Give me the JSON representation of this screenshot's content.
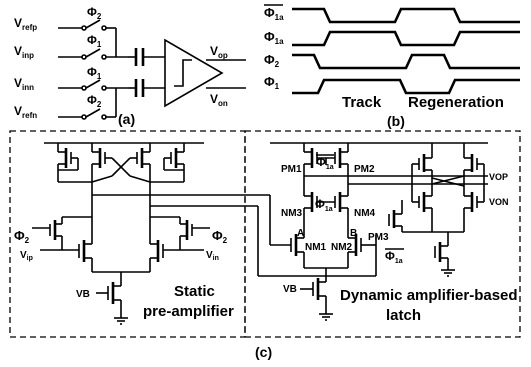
{
  "panel_a": {
    "caption": "(a)",
    "inputs": [
      {
        "name": "V",
        "sub": "refp",
        "phase": "Φ",
        "phase_sub": "2"
      },
      {
        "name": "V",
        "sub": "inp",
        "phase": "Φ",
        "phase_sub": "1"
      },
      {
        "name": "V",
        "sub": "inn",
        "phase": "Φ",
        "phase_sub": "1"
      },
      {
        "name": "V",
        "sub": "refn",
        "phase": "Φ",
        "phase_sub": "2"
      }
    ],
    "outputs": [
      {
        "name": "V",
        "sub": "op"
      },
      {
        "name": "V",
        "sub": "on"
      }
    ]
  },
  "panel_b": {
    "caption": "(b)",
    "signals": [
      {
        "name": "Φ",
        "sub": "1a",
        "bar": true
      },
      {
        "name": "Φ",
        "sub": "1a",
        "bar": false
      },
      {
        "name": "Φ",
        "sub": "2",
        "bar": false
      },
      {
        "name": "Φ",
        "sub": "1",
        "bar": false
      }
    ],
    "phase_labels": {
      "track": "Track",
      "regeneration": "Regeneration"
    }
  },
  "panel_c": {
    "caption": "(c)",
    "preamp": {
      "title_line1": "Static",
      "title_line2": "pre-amplifier",
      "phi_left": {
        "name": "Φ",
        "sub": "2"
      },
      "phi_right": {
        "name": "Φ",
        "sub": "2"
      },
      "vip": {
        "name": "V",
        "sub": "ip"
      },
      "vin": {
        "name": "V",
        "sub": "in"
      },
      "vb": "VB"
    },
    "latch": {
      "title_line1": "Dynamic amplifier-based",
      "title_line2": "latch",
      "pm1": "PM1",
      "pm2": "PM2",
      "pm3": "PM3",
      "nm1": "NM1",
      "nm2": "NM2",
      "nm3": "NM3",
      "nm4": "NM4",
      "node_a": "A",
      "node_b": "B",
      "vop": "VOP",
      "von": "VON",
      "vb": "VB",
      "phi_pm": {
        "name": "Φ",
        "sub": "1a",
        "bar": true
      },
      "phi_nm": {
        "name": "Φ",
        "sub": "1a",
        "bar": false
      },
      "phi_tail": {
        "name": "Φ",
        "sub": "1a",
        "bar": true
      }
    }
  }
}
